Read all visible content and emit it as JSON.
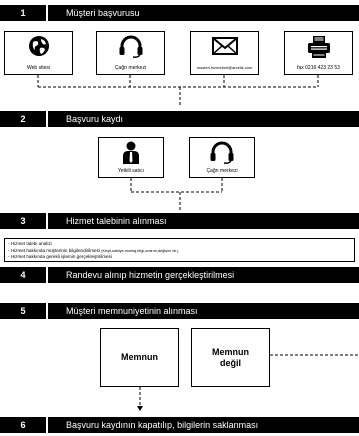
{
  "steps": [
    {
      "number": "1",
      "title": "Müşteri başvurusu"
    },
    {
      "number": "2",
      "title": "Başvuru kaydı"
    },
    {
      "number": "3",
      "title": "Hizmet talebinin alınması"
    },
    {
      "number": "4",
      "title": "Randevu alınıp hizmetin gerçekleştirilmesi"
    },
    {
      "number": "5",
      "title": "Müşteri memnuniyetinin alınması"
    },
    {
      "number": "6",
      "title": "Başvuru kaydının kapatılıp, bilgilerin saklanması"
    }
  ],
  "channels": [
    {
      "label": "Web sitesi",
      "icon": "globe-icon"
    },
    {
      "label": "Çağrı merkezi",
      "icon": "headset-icon"
    },
    {
      "label": "musteri.hizmetleri@arcelik.com",
      "icon": "envelope-icon"
    },
    {
      "label": "fax 0216 423 23 53",
      "icon": "fax-icon"
    }
  ],
  "registration": [
    {
      "label": "Yetkili satıcı",
      "icon": "person-icon"
    },
    {
      "label": "Çağrı merkezi",
      "icon": "headset-icon"
    }
  ],
  "service_items": [
    {
      "text": "- Hizmet talebi analizi",
      "note": ""
    },
    {
      "text": "- Hizmet hakkında müşterinin bilgilendirilmesi",
      "note": "(Keşif,nakliye,montaj,bilgi,onarım,değişim vb.)"
    },
    {
      "text": "- Hizmet hakkında gerekli işlemin gerçekleştirilmesi",
      "note": ""
    }
  ],
  "satisfaction": {
    "satisfied": "Memnun",
    "not_satisfied_line1": "Memnun",
    "not_satisfied_line2": "değil"
  },
  "colors": {
    "bar": "#000000",
    "line": "#000000"
  }
}
